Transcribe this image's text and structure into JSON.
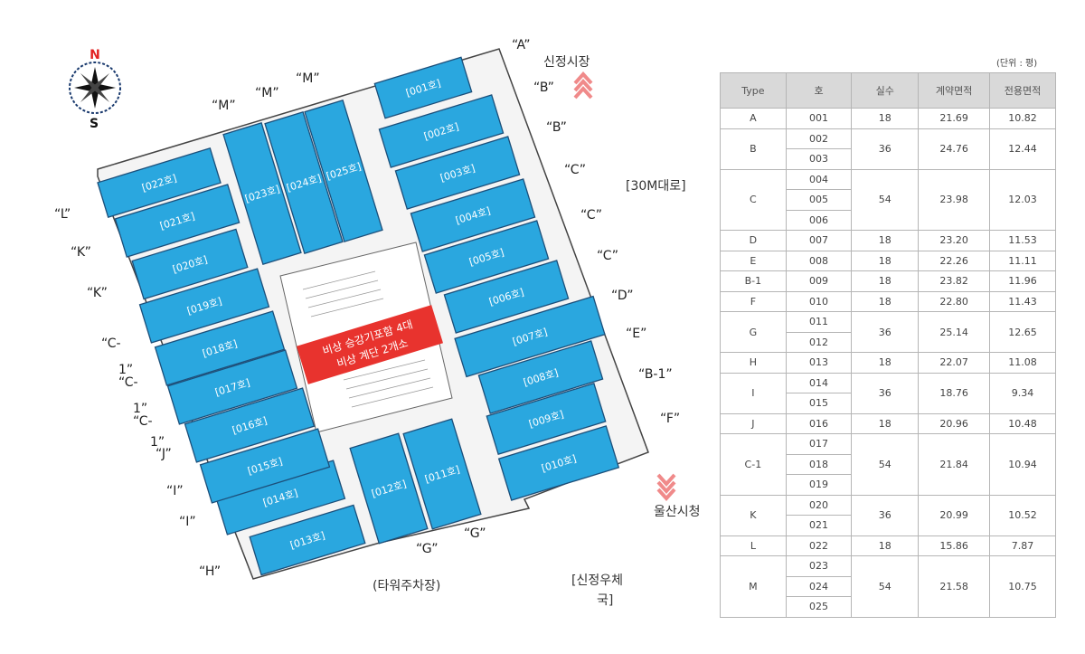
{
  "compass": {
    "north": "N",
    "south": "S"
  },
  "direction_labels": {
    "shinjeong_market": "신정시장",
    "ulsan_city_hall": "울산시청",
    "road_30m": "[30M대로]",
    "tower_parking": "(타워주차장)",
    "post_office_line1": "[신정우체",
    "post_office_line2": "국]"
  },
  "center_notice": {
    "line1": "비상 승강기포함 4대",
    "line2": "비상 계단 2개소"
  },
  "units": [
    {
      "label": "[001호]"
    },
    {
      "label": "[002호]"
    },
    {
      "label": "[003호]"
    },
    {
      "label": "[004호]"
    },
    {
      "label": "[005호]"
    },
    {
      "label": "[006호]"
    },
    {
      "label": "[007호]"
    },
    {
      "label": "[008호]"
    },
    {
      "label": "[009호]"
    },
    {
      "label": "[010호]"
    },
    {
      "label": "[011호]"
    },
    {
      "label": "[012호]"
    },
    {
      "label": "[013호]"
    },
    {
      "label": "[014호]"
    },
    {
      "label": "[015호]"
    },
    {
      "label": "[016호]"
    },
    {
      "label": "[017호]"
    },
    {
      "label": "[018호]"
    },
    {
      "label": "[019호]"
    },
    {
      "label": "[020호]"
    },
    {
      "label": "[021호]"
    },
    {
      "label": "[022호]"
    },
    {
      "label": "[023호]"
    },
    {
      "label": "[024호]"
    },
    {
      "label": "[025호]"
    }
  ],
  "type_labels": {
    "a": "“A”",
    "b1": "“B”",
    "b2": "“B”",
    "c1": "“C”",
    "c2": "“C”",
    "c3": "“C”",
    "d": "“D”",
    "e": "“E”",
    "b_1": "“B-1”",
    "f": "“F”",
    "g1": "“G”",
    "g2": "“G”",
    "h": "“H”",
    "i1": "“I”",
    "i2": "“I”",
    "j": "“J”",
    "c_1a": "“C-",
    "one_a": "1”",
    "c_1b": "“C-",
    "one_b": "1”",
    "c_1c": "“C-",
    "one_c": "1”",
    "k1": "“K”",
    "k2": "“K”",
    "l": "“L”",
    "m1": "“M”",
    "m2": "“M”",
    "m3": "“M”"
  },
  "table": {
    "unit_note": "(단위 : 평)",
    "headers": [
      "Type",
      "호",
      "실수",
      "계약면적",
      "전용면적"
    ],
    "groups": [
      {
        "type": "A",
        "units": [
          "001"
        ],
        "rooms": "18",
        "contract": "21.69",
        "exclusive": "10.82"
      },
      {
        "type": "B",
        "units": [
          "002",
          "003"
        ],
        "rooms": "36",
        "contract": "24.76",
        "exclusive": "12.44"
      },
      {
        "type": "C",
        "units": [
          "004",
          "005",
          "006"
        ],
        "rooms": "54",
        "contract": "23.98",
        "exclusive": "12.03"
      },
      {
        "type": "D",
        "units": [
          "007"
        ],
        "rooms": "18",
        "contract": "23.20",
        "exclusive": "11.53"
      },
      {
        "type": "E",
        "units": [
          "008"
        ],
        "rooms": "18",
        "contract": "22.26",
        "exclusive": "11.11"
      },
      {
        "type": "B-1",
        "units": [
          "009"
        ],
        "rooms": "18",
        "contract": "23.82",
        "exclusive": "11.96"
      },
      {
        "type": "F",
        "units": [
          "010"
        ],
        "rooms": "18",
        "contract": "22.80",
        "exclusive": "11.43"
      },
      {
        "type": "G",
        "units": [
          "011",
          "012"
        ],
        "rooms": "36",
        "contract": "25.14",
        "exclusive": "12.65"
      },
      {
        "type": "H",
        "units": [
          "013"
        ],
        "rooms": "18",
        "contract": "22.07",
        "exclusive": "11.08"
      },
      {
        "type": "I",
        "units": [
          "014",
          "015"
        ],
        "rooms": "36",
        "contract": "18.76",
        "exclusive": "9.34"
      },
      {
        "type": "J",
        "units": [
          "016"
        ],
        "rooms": "18",
        "contract": "20.96",
        "exclusive": "10.48"
      },
      {
        "type": "C-1",
        "units": [
          "017",
          "018",
          "019"
        ],
        "rooms": "54",
        "contract": "21.84",
        "exclusive": "10.94"
      },
      {
        "type": "K",
        "units": [
          "020",
          "021"
        ],
        "rooms": "36",
        "contract": "20.99",
        "exclusive": "10.52"
      },
      {
        "type": "L",
        "units": [
          "022"
        ],
        "rooms": "18",
        "contract": "15.86",
        "exclusive": "7.87"
      },
      {
        "type": "M",
        "units": [
          "023",
          "024",
          "025"
        ],
        "rooms": "54",
        "contract": "21.58",
        "exclusive": "10.75"
      }
    ]
  },
  "colors": {
    "unit_fill": "#2aa7df",
    "unit_stroke": "#1c4f7a",
    "notice_fill": "#e8332e",
    "arrow": "#f08a8a",
    "north": "#e22222"
  }
}
